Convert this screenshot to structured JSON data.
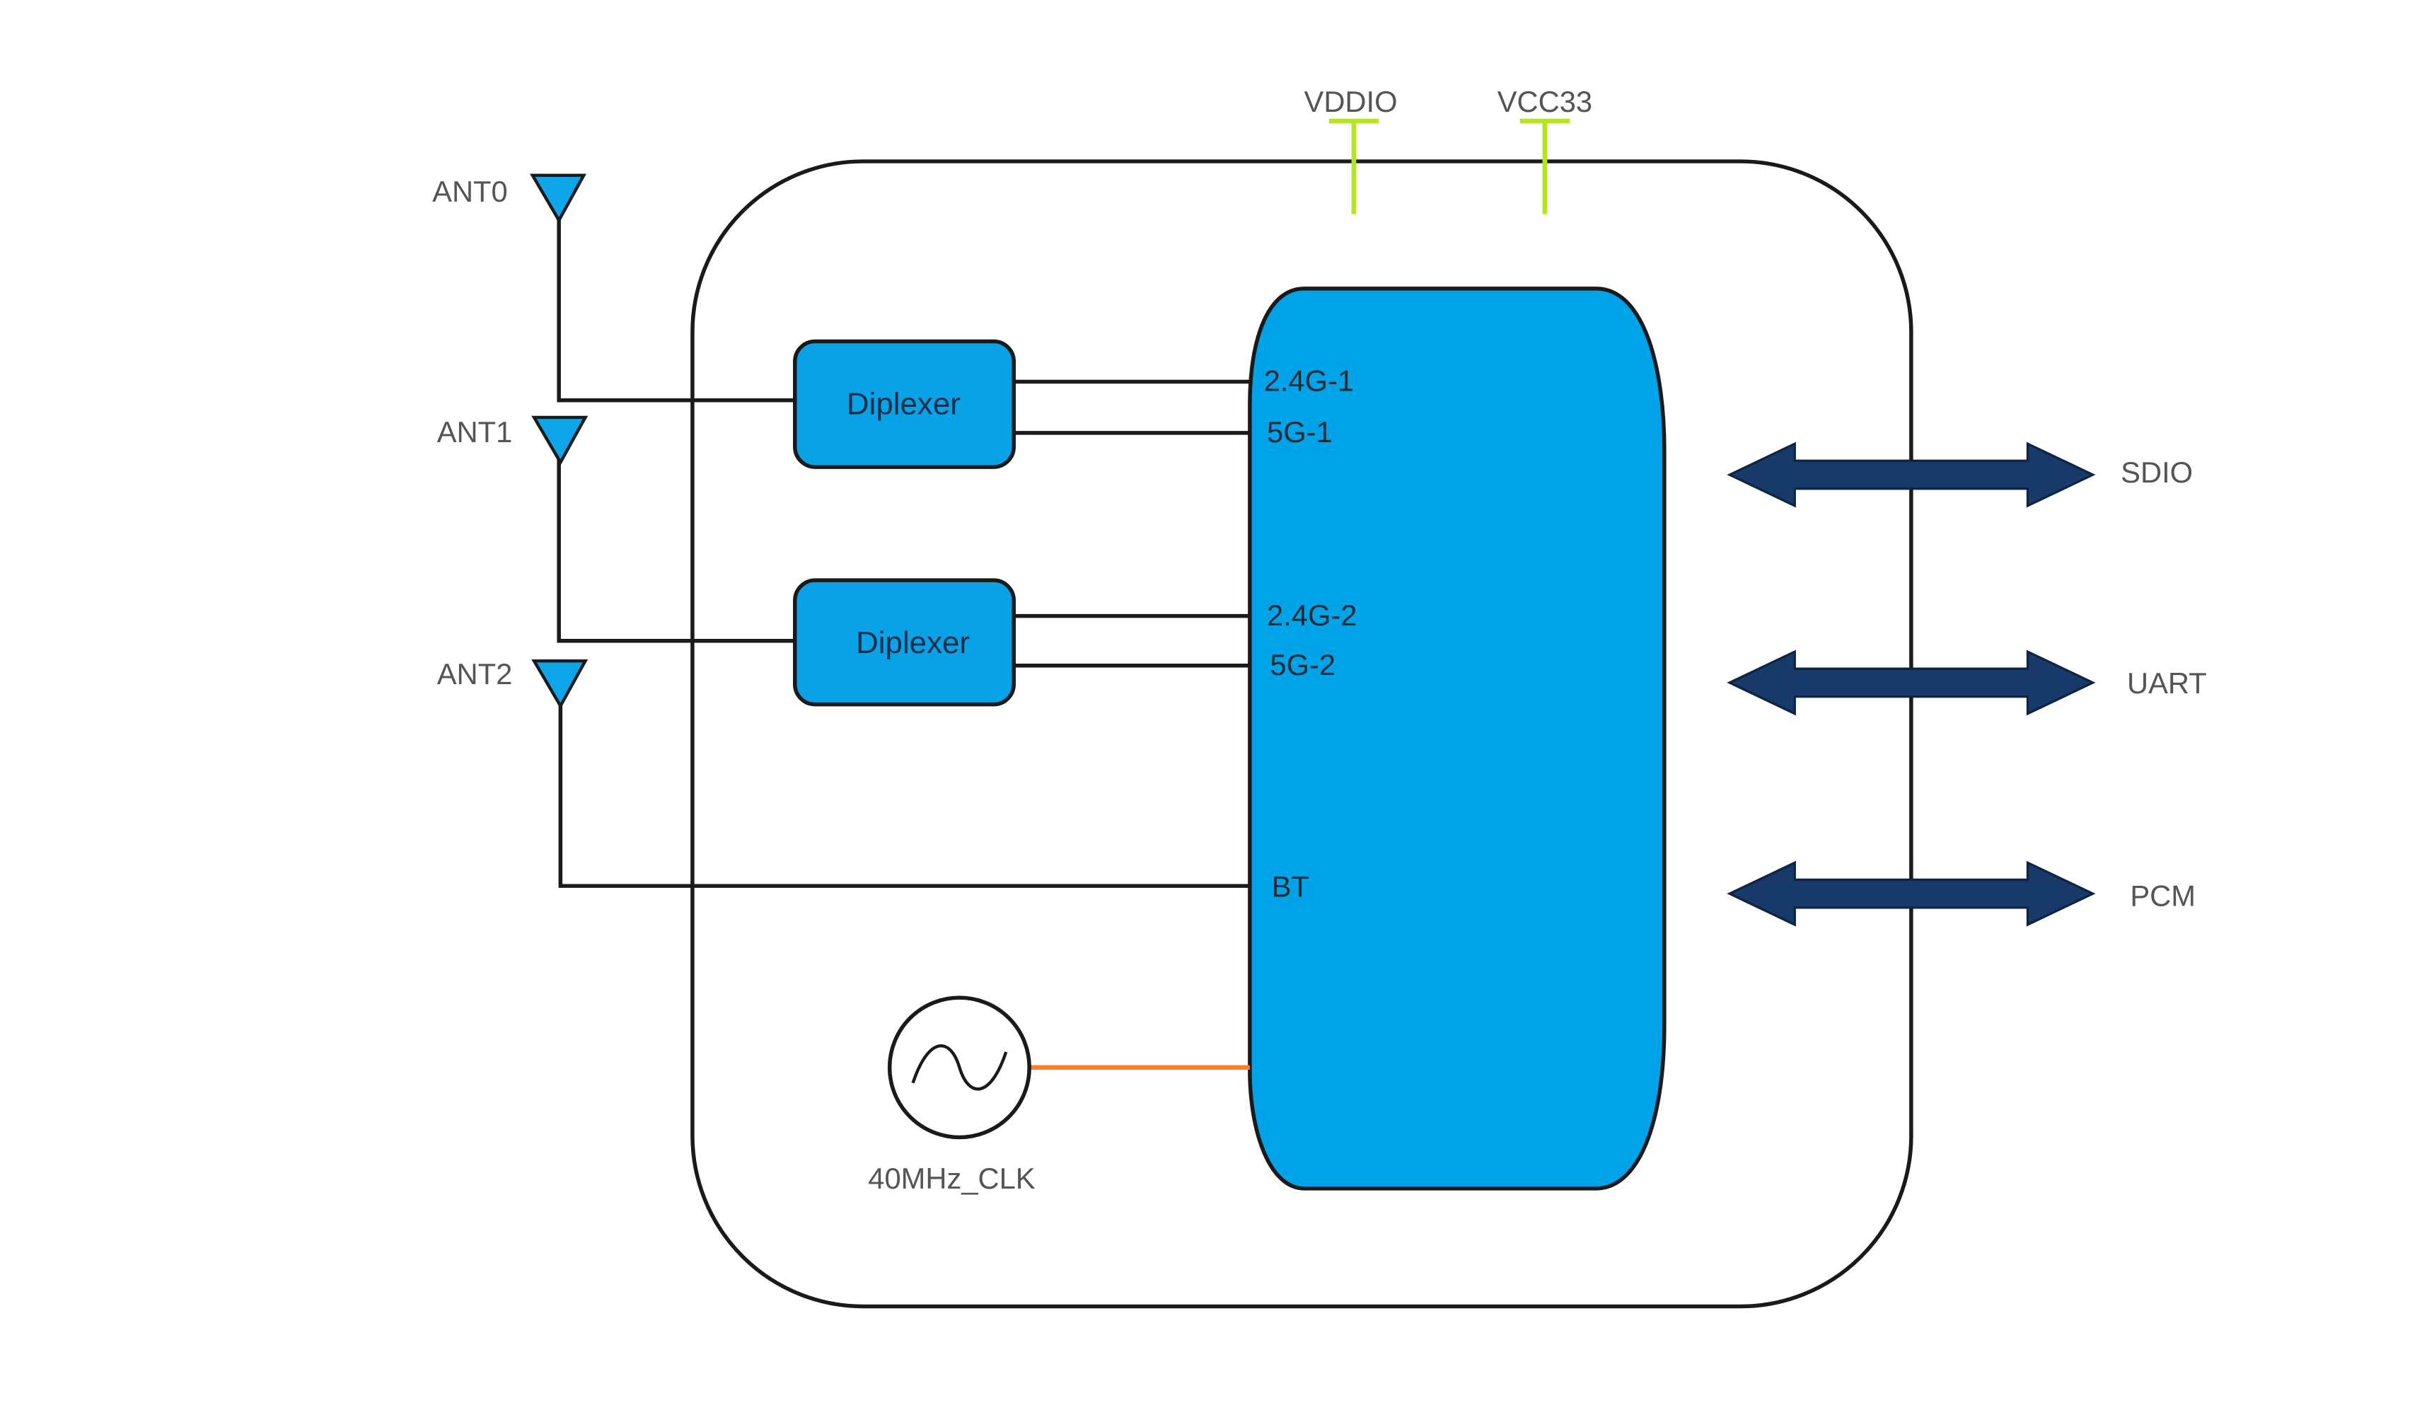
{
  "antennas": [
    {
      "label": "ANT0"
    },
    {
      "label": "ANT1"
    },
    {
      "label": "ANT2"
    }
  ],
  "diplexers": [
    {
      "label": "Diplexer"
    },
    {
      "label": "Diplexer"
    }
  ],
  "chip_pins": [
    {
      "label": "2.4G-1"
    },
    {
      "label": "5G-1"
    },
    {
      "label": "2.4G-2"
    },
    {
      "label": "5G-2"
    },
    {
      "label": "BT"
    }
  ],
  "power_rails": [
    {
      "label": "VDDIO"
    },
    {
      "label": "VCC33"
    }
  ],
  "interfaces": [
    {
      "label": "SDIO"
    },
    {
      "label": "UART"
    },
    {
      "label": "PCM"
    }
  ],
  "clock": {
    "label": "40MHz_CLK"
  },
  "colors": {
    "chip_fill": "#00a2e8",
    "diplexer_fill": "#0aa2e6",
    "antenna_fill": "#0ea5e9",
    "arrow_fill": "#183a6b",
    "power_rail": "#b5e61d",
    "clock_line": "#ff7f27",
    "outline": "#1a1a1a"
  }
}
